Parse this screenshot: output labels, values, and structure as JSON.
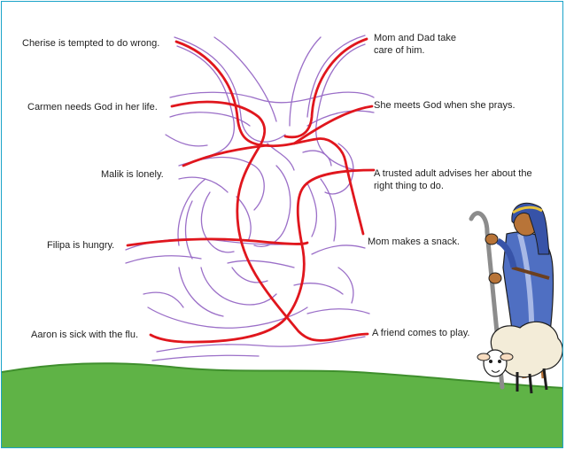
{
  "left_labels": [
    {
      "id": "cherise",
      "text": "Cherise is tempted to do wrong."
    },
    {
      "id": "carmen",
      "text": "Carmen needs God in her life."
    },
    {
      "id": "malik",
      "text": "Malik is lonely."
    },
    {
      "id": "filipa",
      "text": "Filipa is hungry."
    },
    {
      "id": "aaron",
      "text": "Aaron is sick with the flu."
    }
  ],
  "right_labels": [
    {
      "id": "mom_dad",
      "text": "Mom and Dad take care of him."
    },
    {
      "id": "meets_god",
      "text": "She meets God when she prays."
    },
    {
      "id": "trusted_adult",
      "text": "A trusted adult advises her about the right thing to do."
    },
    {
      "id": "snack",
      "text": "Mom makes a snack."
    },
    {
      "id": "friend",
      "text": "A friend comes to play."
    }
  ],
  "colors": {
    "border": "#1aa3c9",
    "maze_lines": "#9b6fc8",
    "path_lines": "#e0161d",
    "grass": "#5fb346",
    "grass_dark": "#3f8f2d"
  },
  "icons": {
    "illustration": "shepherd-with-sheep-icon",
    "terrain": "grass-hill-icon"
  }
}
